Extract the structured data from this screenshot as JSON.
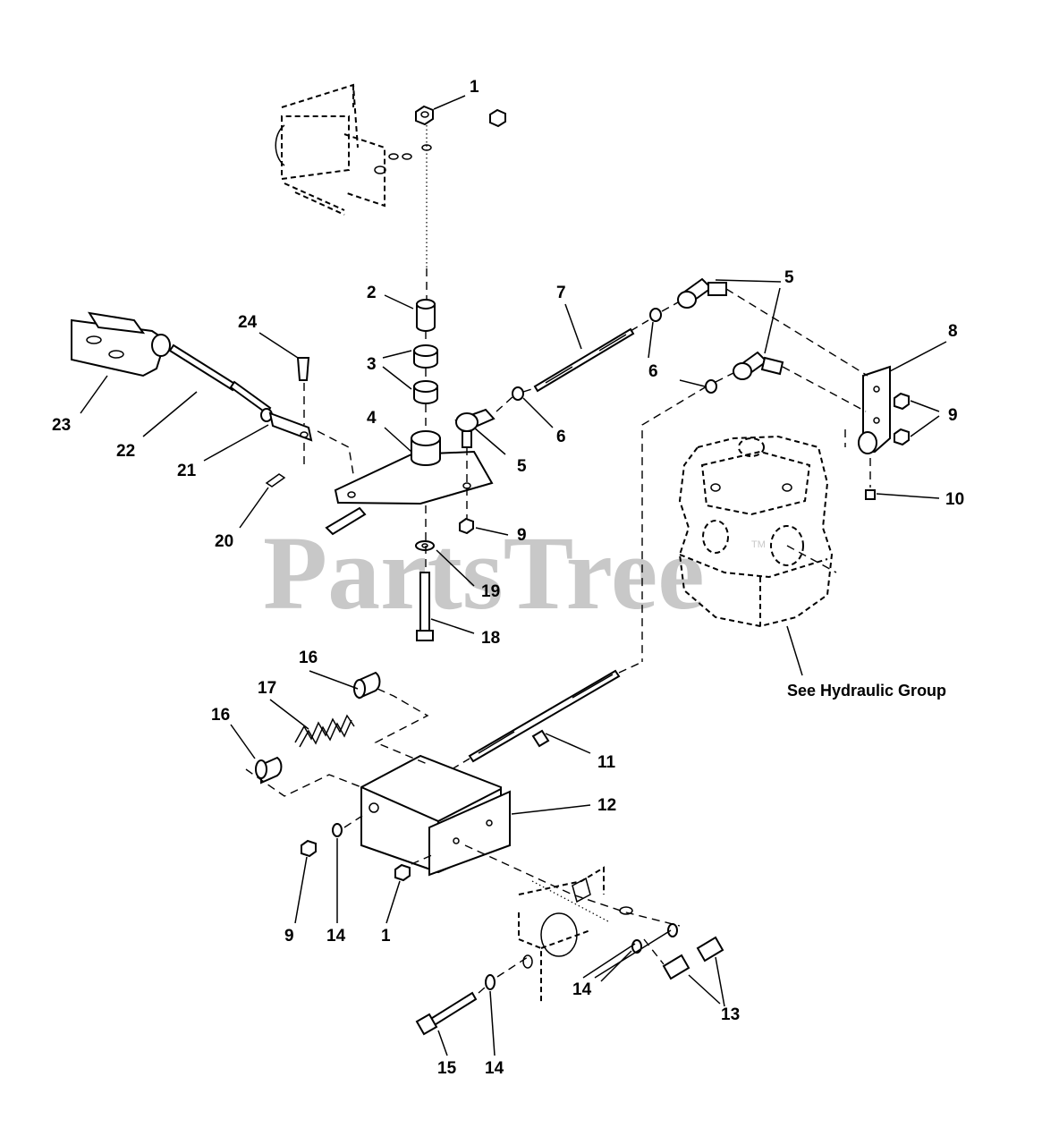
{
  "watermark": {
    "text": "PartsTree",
    "trademark": "TM"
  },
  "note": "See Hydraulic Group",
  "callouts": {
    "c1a": "1",
    "c2": "2",
    "c3": "3",
    "c4": "4",
    "c5a": "5",
    "c5b": "5",
    "c6a": "6",
    "c6b": "6",
    "c7": "7",
    "c8": "8",
    "c9a": "9",
    "c9b": "9",
    "c9c": "9",
    "c10": "10",
    "c11": "11",
    "c12": "12",
    "c13": "13",
    "c14a": "14",
    "c14b": "14",
    "c14c": "14",
    "c15": "15",
    "c16a": "16",
    "c16b": "16",
    "c17": "17",
    "c18": "18",
    "c19": "19",
    "c20": "20",
    "c21": "21",
    "c22": "22",
    "c23": "23",
    "c24": "24",
    "c1b": "1"
  }
}
